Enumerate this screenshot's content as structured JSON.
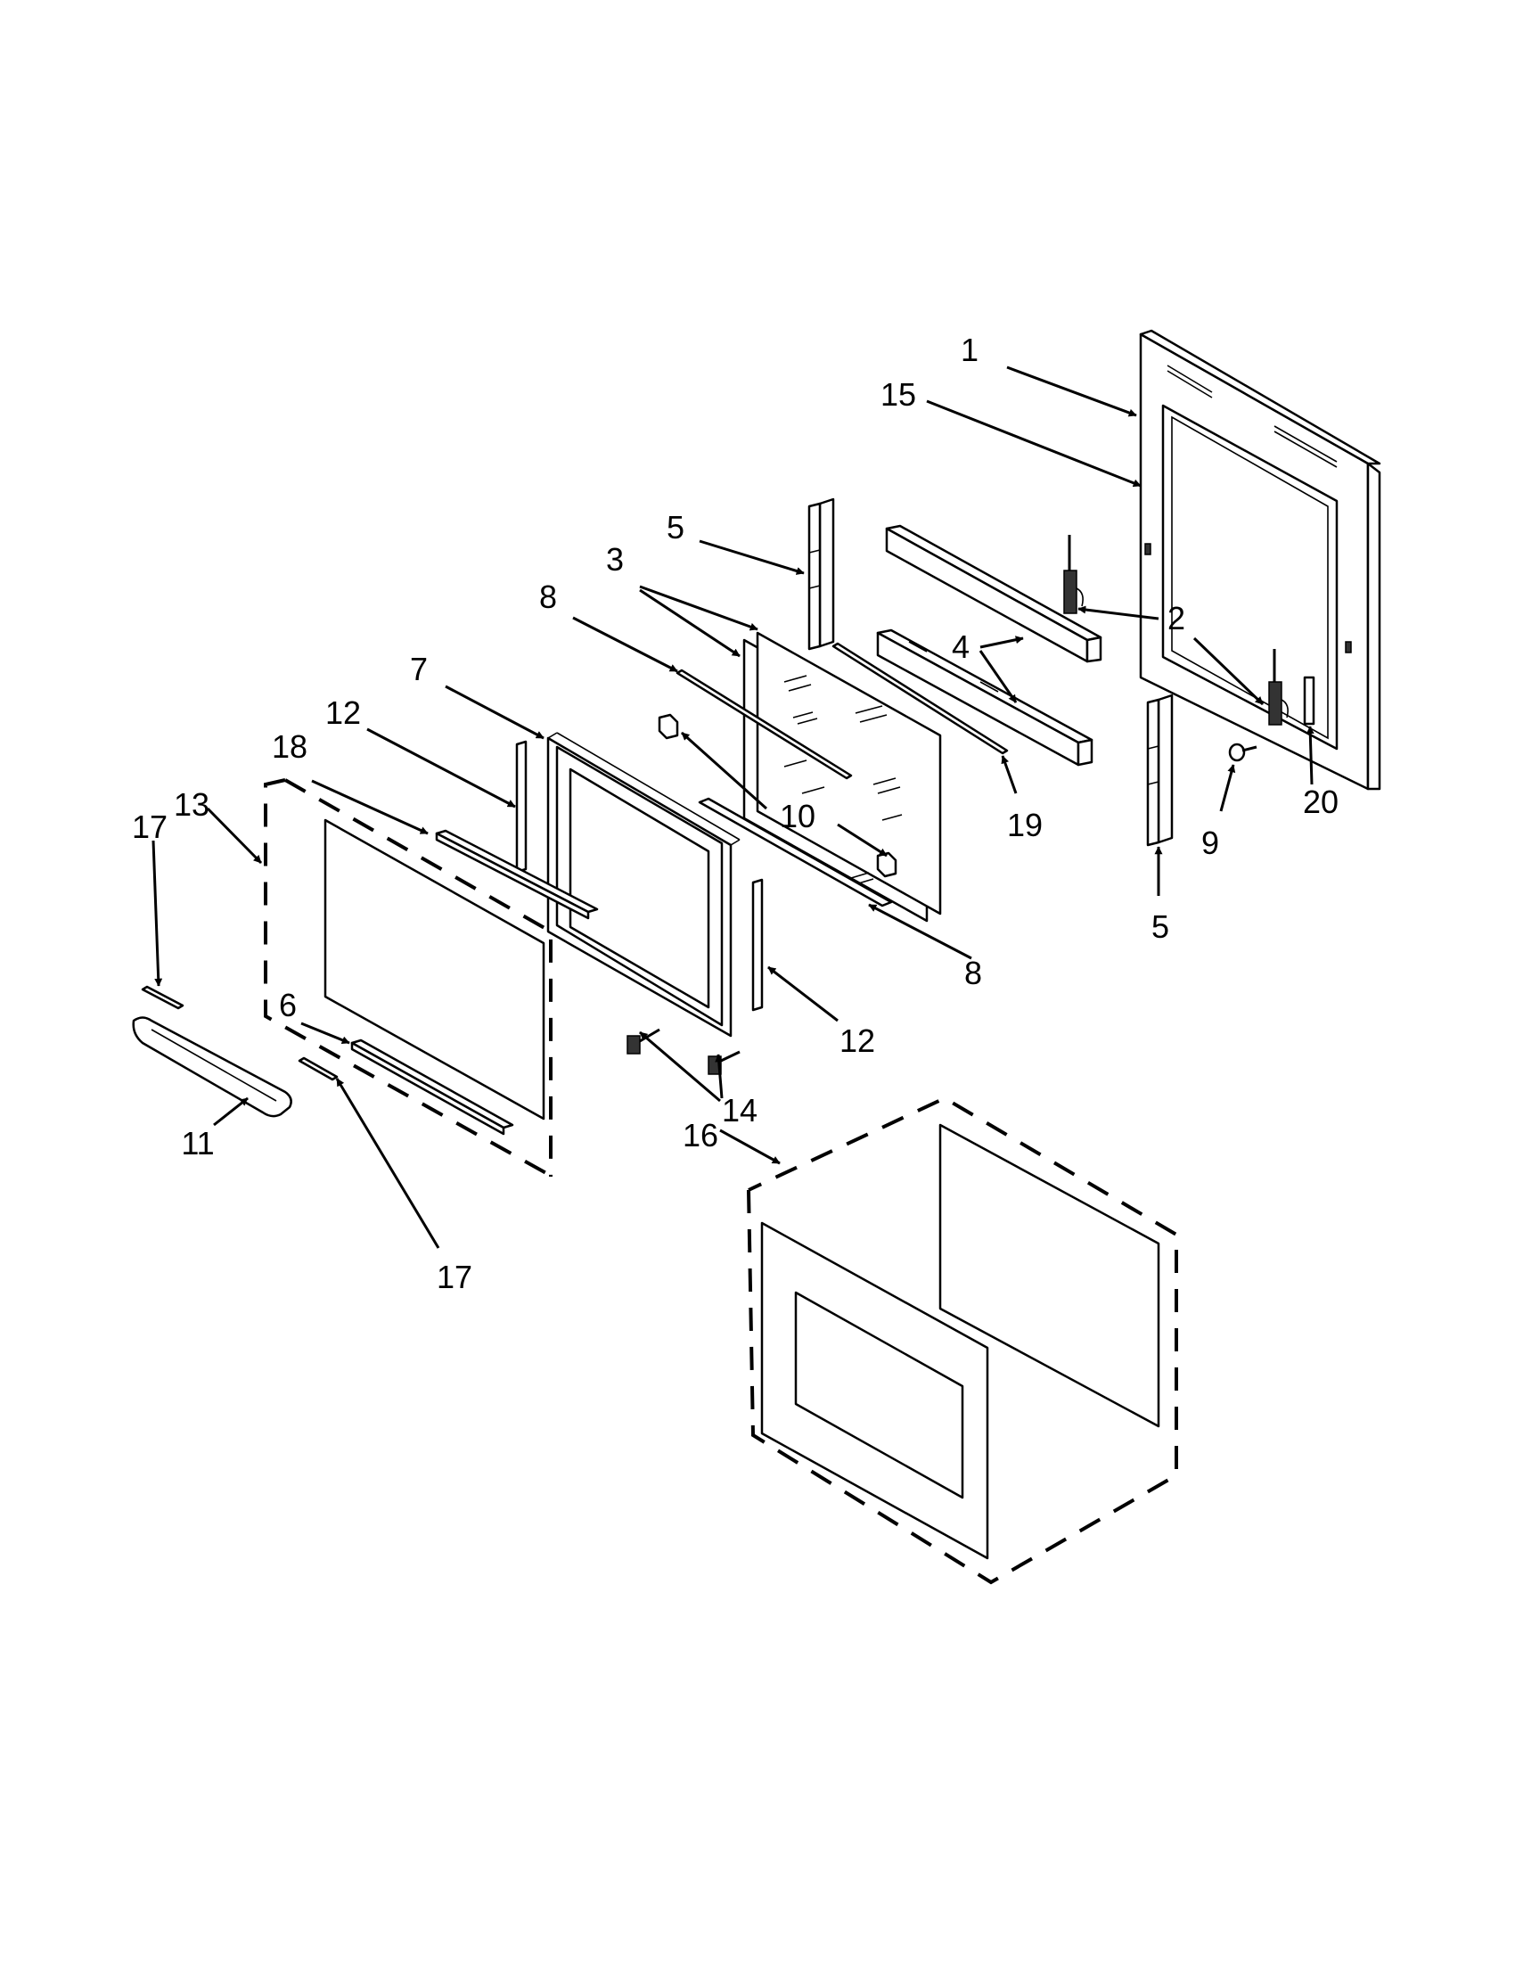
{
  "diagram": {
    "callouts": [
      {
        "id": "c1",
        "text": "1"
      },
      {
        "id": "c15",
        "text": "15"
      },
      {
        "id": "c5a",
        "text": "5"
      },
      {
        "id": "c3",
        "text": "3"
      },
      {
        "id": "c2",
        "text": "2"
      },
      {
        "id": "c8a",
        "text": "8"
      },
      {
        "id": "c4",
        "text": "4"
      },
      {
        "id": "c7",
        "text": "7"
      },
      {
        "id": "c12a",
        "text": "12"
      },
      {
        "id": "c18",
        "text": "18"
      },
      {
        "id": "c13",
        "text": "13"
      },
      {
        "id": "c17a",
        "text": "17"
      },
      {
        "id": "c10",
        "text": "10"
      },
      {
        "id": "c19",
        "text": "19"
      },
      {
        "id": "c20",
        "text": "20"
      },
      {
        "id": "c9",
        "text": "9"
      },
      {
        "id": "c5b",
        "text": "5"
      },
      {
        "id": "c8b",
        "text": "8"
      },
      {
        "id": "c12b",
        "text": "12"
      },
      {
        "id": "c6",
        "text": "6"
      },
      {
        "id": "c14",
        "text": "14"
      },
      {
        "id": "c11",
        "text": "11"
      },
      {
        "id": "c16",
        "text": "16"
      },
      {
        "id": "c17b",
        "text": "17"
      }
    ]
  }
}
